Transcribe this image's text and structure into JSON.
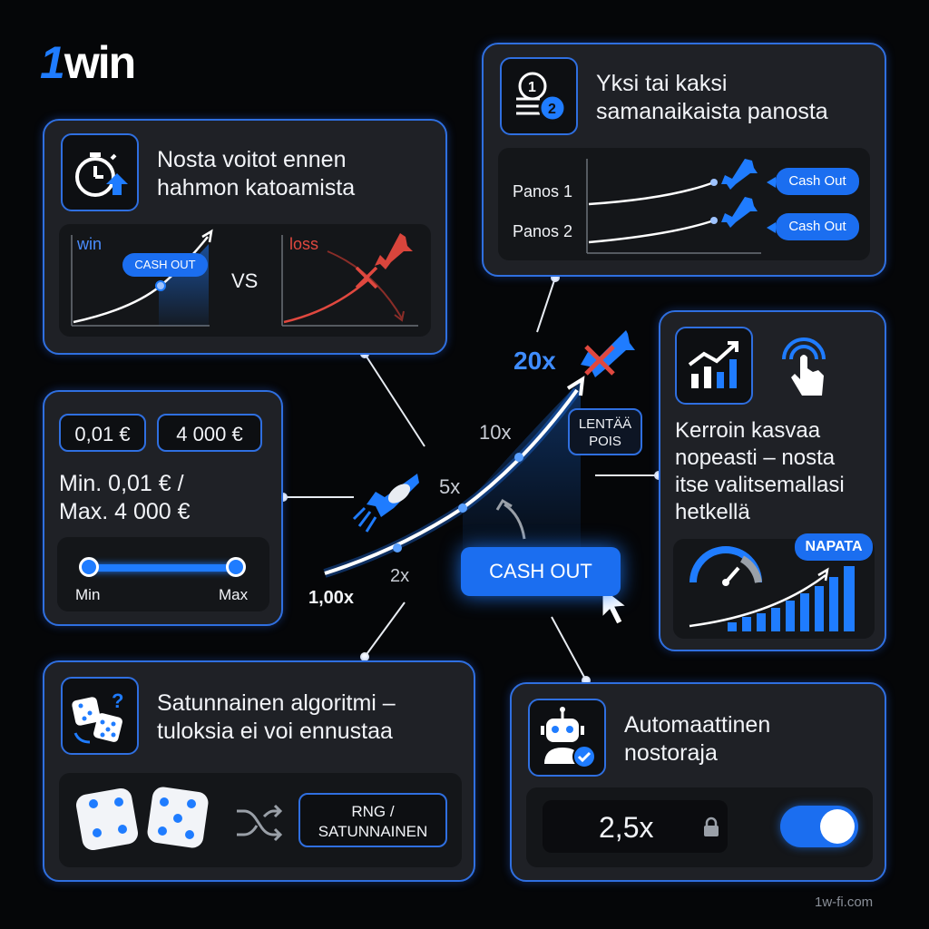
{
  "brand": {
    "logo_prefix": "1",
    "logo_word": "win",
    "site": "1w-fi.com"
  },
  "colors": {
    "accent": "#1f7cff",
    "card_bg": "#1f2126",
    "border": "#2f6fe0",
    "loss": "#e0483f"
  },
  "cashout_card": {
    "title_line1": "Nosta voitot ennen",
    "title_line2": "hahmon katoamista",
    "icon": "stopwatch-arrow-up-icon",
    "win_label": "win",
    "cashout_pill": "CASH OUT",
    "vs_label": "VS",
    "loss_label": "loss"
  },
  "simultaneous_card": {
    "title_line1": "Yksi tai kaksi",
    "title_line2": "samanaikaista panosta",
    "icon": "coins-1-2-icon",
    "rows": [
      {
        "label": "Panos 1",
        "button": "Cash Out"
      },
      {
        "label": "Panos 2",
        "button": "Cash Out"
      }
    ]
  },
  "limits_card": {
    "min_chip": "0,01 €",
    "max_chip": "4 000 €",
    "text_line1": "Min. 0,01 € /",
    "text_line2": "Max. 4 000 €",
    "slider_min_label": "Min",
    "slider_max_label": "Max"
  },
  "multiplier_card": {
    "icon_chart": "bar-chart-up-icon",
    "icon_tap": "tap-hand-icon",
    "text_line1": "Kerroin kasvaa",
    "text_line2": "nopeasti – nosta",
    "text_line3": "itse valitsemallasi",
    "text_line4": "hetkellä",
    "napata_pill": "NAPATA"
  },
  "center": {
    "multipliers": [
      "1,00x",
      "2x",
      "5x",
      "10x",
      "20x"
    ],
    "flies_away_line1": "LENTÄÄ",
    "flies_away_line2": "POIS",
    "cashout_button": "CASH OUT"
  },
  "rng_card": {
    "title_line1": "Satunnainen algoritmi –",
    "title_line2": "tuloksia ei voi ennustaa",
    "icon": "dice-question-icon",
    "badge_line1": "RNG /",
    "badge_line2": "SATUNNAINEN"
  },
  "auto_card": {
    "title_line1": "Automaattinen",
    "title_line2": "nostoraja",
    "icon": "robot-check-icon",
    "value": "2,5x",
    "toggle_on": true
  }
}
